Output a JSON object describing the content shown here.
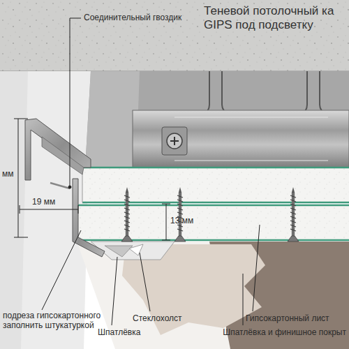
{
  "diagram": {
    "title": "Теневой потолочный ка GIPS под подсветку",
    "labels": [
      "Соединительный гвоздик",
      "мм",
      "19 мм",
      "13 мм",
      "подреза гипсокартонного заполнить штукатуркой",
      "Шпатлёвка",
      "Стеклохолст",
      "Гипсокартонный лист",
      "Шпатлёвка и финишное покрыт"
    ]
  }
}
